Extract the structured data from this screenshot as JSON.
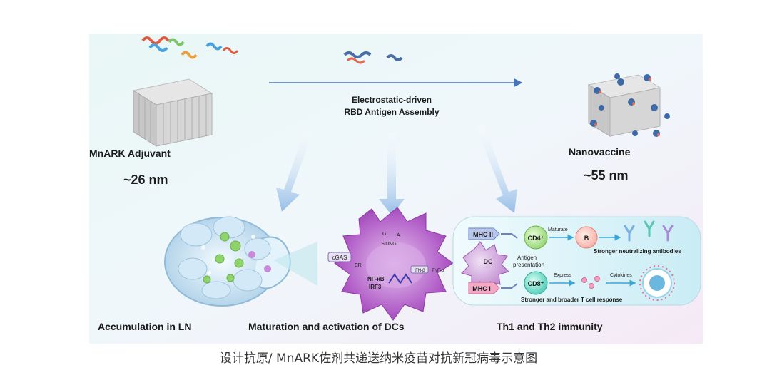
{
  "figure": {
    "adjuvant_label": "MnARK Adjuvant",
    "adjuvant_size": "~26 nm",
    "assembly_line1": "Electrostatic-driven",
    "assembly_line2": "RBD Antigen Assembly",
    "nanovaccine_label": "Nanovaccine",
    "nanovaccine_size": "~55 nm",
    "panel_ln": "Accumulation in LN",
    "panel_dc": "Maturation and activation of DCs",
    "panel_immunity": "Th1 and Th2 immunity",
    "dc_pathway": {
      "cgas": "cGAS",
      "sting": "STING",
      "er": "ER",
      "g": "G",
      "a": "A",
      "nfkb": "NF-κB",
      "irf3": "IRF3",
      "ifn": "IFN-β",
      "tnf": "TNF-α"
    },
    "immunity": {
      "mhc2": "MHC II",
      "mhc1": "MHC I",
      "dc": "DC",
      "antigen_presentation_1": "Antigen",
      "antigen_presentation_2": "presentation",
      "cd4": "CD4⁺",
      "cd8": "CD8⁺",
      "maturate": "Maturate",
      "b": "B",
      "express": "Express",
      "cytokines": "Cytokines",
      "antibodies_text": "Stronger neutralizing antibodies",
      "tcell_text": "Stronger and broader T cell response"
    }
  },
  "caption": "设计抗原/ MnARK佐剂共递送纳米疫苗对抗新冠病毒示意图",
  "colors": {
    "arrow_blue": "#9fc3e8",
    "line_blue": "#4a74b8",
    "dc_purple": "#b35cc9",
    "panel_cyan": "#cfeef5"
  }
}
